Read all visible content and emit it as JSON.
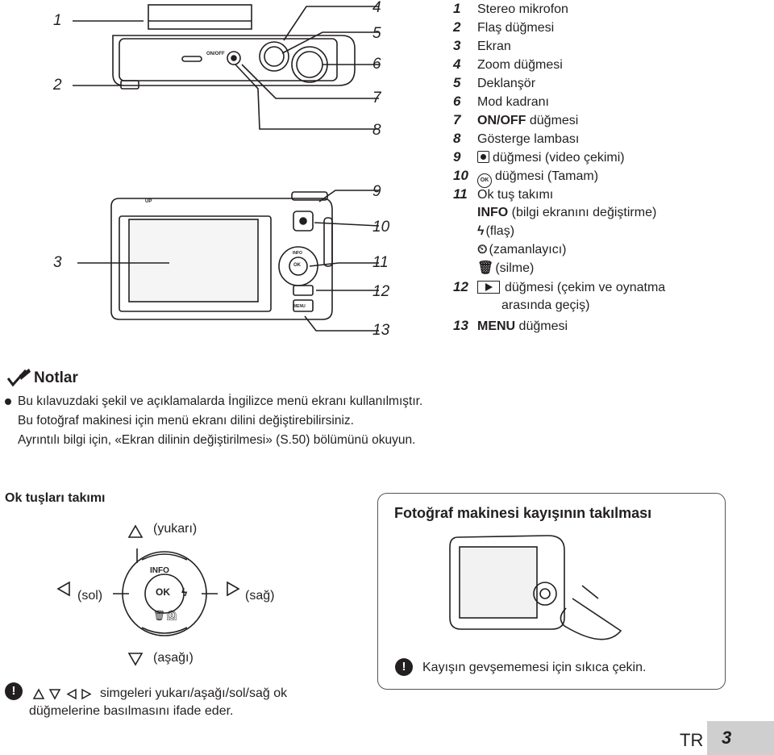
{
  "callouts": [
    "1",
    "2",
    "3",
    "4",
    "5",
    "6",
    "7",
    "8",
    "9",
    "10",
    "11",
    "12",
    "13"
  ],
  "legend": {
    "i1": {
      "num": "1",
      "text": "Stereo mikrofon"
    },
    "i2": {
      "num": "2",
      "text": "Flaş düğmesi"
    },
    "i3": {
      "num": "3",
      "text": "Ekran"
    },
    "i4": {
      "num": "4",
      "text": "Zoom düğmesi"
    },
    "i5": {
      "num": "5",
      "text": "Deklanşör"
    },
    "i6": {
      "num": "6",
      "text": "Mod kadranı"
    },
    "i7": {
      "num": "7",
      "key": "ON/OFF",
      "text": " düğmesi"
    },
    "i8": {
      "num": "8",
      "text": "Gösterge lambası"
    },
    "i9": {
      "num": "9",
      "text": "düğmesi (video çekimi)"
    },
    "i10": {
      "num": "10",
      "text": "düğmesi (Tamam)"
    },
    "i11": {
      "num": "11",
      "text": "Ok tuş takımı"
    },
    "sub_info": {
      "key": "INFO",
      "text": " (bilgi ekranını değiştirme)"
    },
    "sub_flash": {
      "text": "(flaş)"
    },
    "sub_timer": {
      "text": "(zamanlayıcı)"
    },
    "sub_delete": {
      "text": "(silme)"
    },
    "i12": {
      "num": "12",
      "text": "düğmesi (çekim ve oynatma"
    },
    "i12b": {
      "text": "arasında geçiş)"
    },
    "i13": {
      "num": "13",
      "key": "MENU",
      "text": " düğmesi"
    }
  },
  "camera_labels": {
    "flash_up": "UP",
    "on_off": "ON/OFF",
    "info": "INFO",
    "ok": "OK",
    "menu": "MENU"
  },
  "notes": {
    "title": "Notlar",
    "line1": "Bu kılavuzdaki şekil ve açıklamalarda İngilizce menü ekranı kullanılmıştır.",
    "line2": "Bu fotoğraf makinesi için menü ekranı dilini değiştirebilirsiniz.",
    "line3": "Ayrıntılı bilgi için, «Ekran dilinin değiştirilmesi» (S.50) bölümünü okuyun."
  },
  "arrow_pad": {
    "title": "Ok tuşları takımı",
    "up": "(yukarı)",
    "left": "(sol)",
    "right": "(sağ)",
    "down": "(aşağı)",
    "info": "INFO",
    "ok": "OK",
    "warning_line1": "simgeleri yukarı/aşağı/sol/sağ ok",
    "warning_line2": "düğmelerine basılmasını ifade eder."
  },
  "strap": {
    "title": "Fotoğraf makinesi kayışının takılması",
    "warning": "Kayışın gevşememesi için sıkıca çekin."
  },
  "page": {
    "lang": "TR",
    "number": "3"
  }
}
